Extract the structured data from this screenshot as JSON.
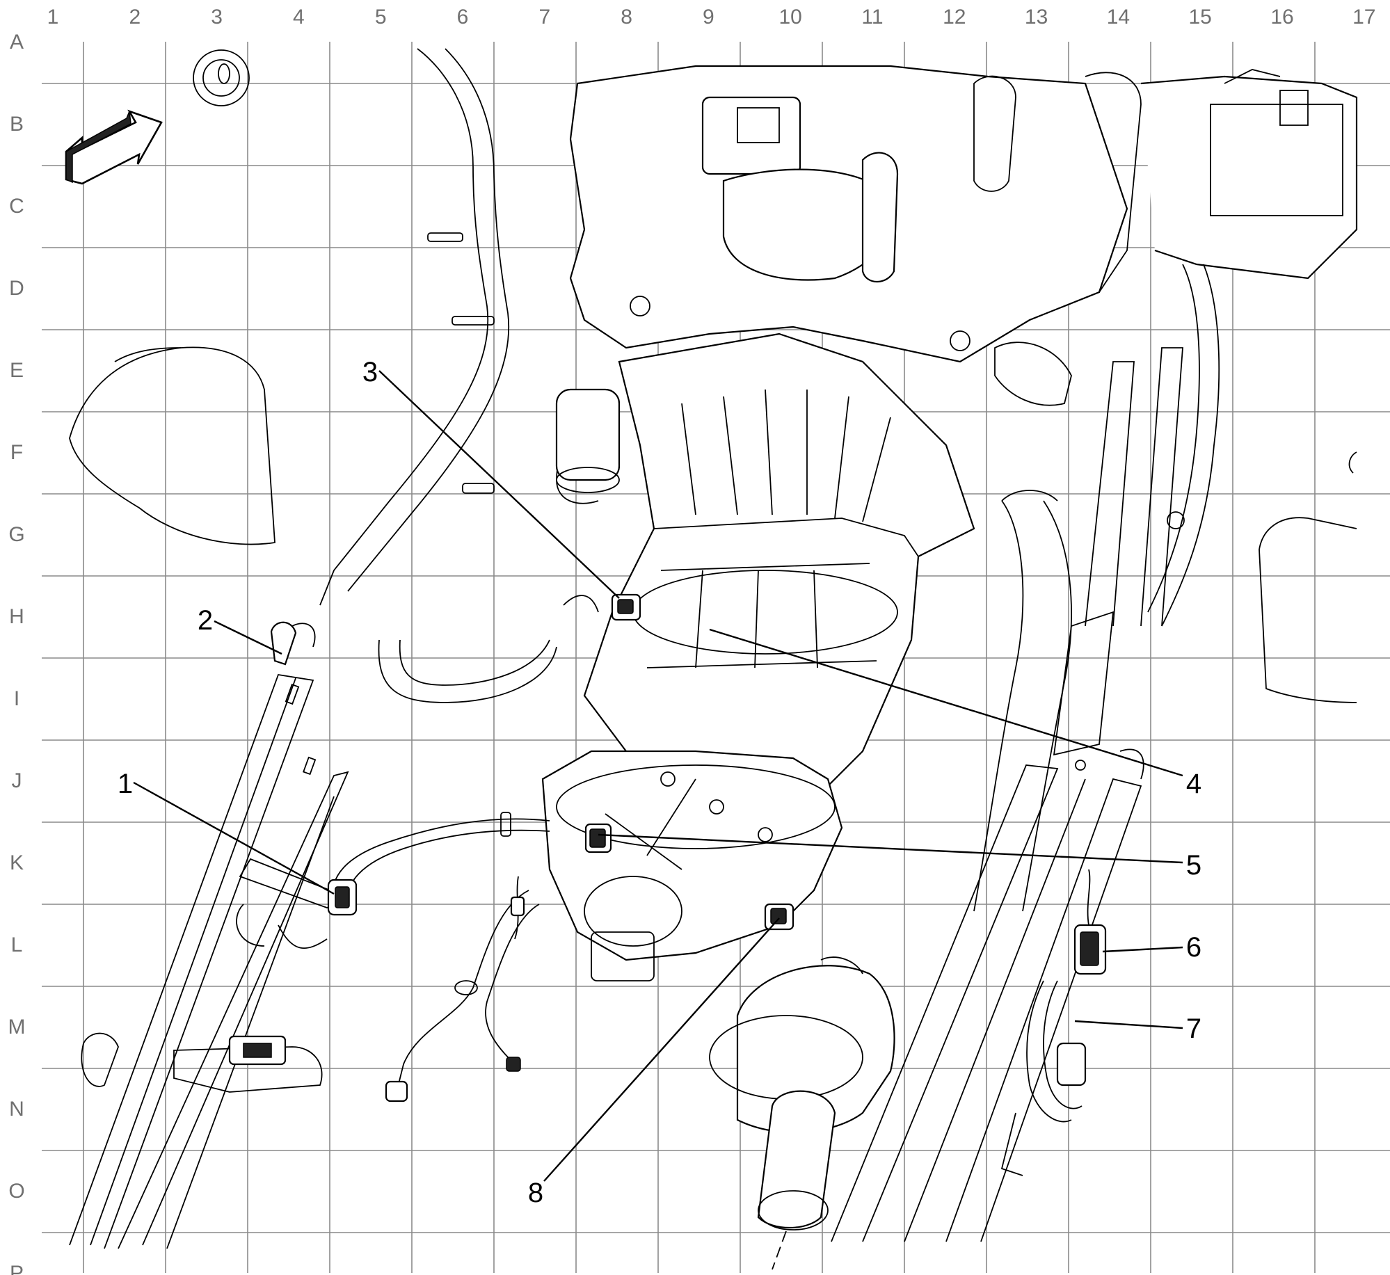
{
  "grid": {
    "columns": [
      "1",
      "2",
      "3",
      "4",
      "5",
      "6",
      "7",
      "8",
      "9",
      "10",
      "11",
      "12",
      "13",
      "14",
      "15",
      "16",
      "17"
    ],
    "rows": [
      "A",
      "B",
      "C",
      "D",
      "E",
      "F",
      "G",
      "H",
      "I",
      "J",
      "K",
      "L",
      "M",
      "N",
      "O",
      "P"
    ]
  },
  "callouts": [
    {
      "id": "callout-1",
      "label": "1"
    },
    {
      "id": "callout-2",
      "label": "2"
    },
    {
      "id": "callout-3",
      "label": "3"
    },
    {
      "id": "callout-4",
      "label": "4"
    },
    {
      "id": "callout-5",
      "label": "5"
    },
    {
      "id": "callout-6",
      "label": "6"
    },
    {
      "id": "callout-7",
      "label": "7"
    },
    {
      "id": "callout-8",
      "label": "8"
    }
  ],
  "icons": {
    "orientation": "front-direction-arrow-icon"
  }
}
